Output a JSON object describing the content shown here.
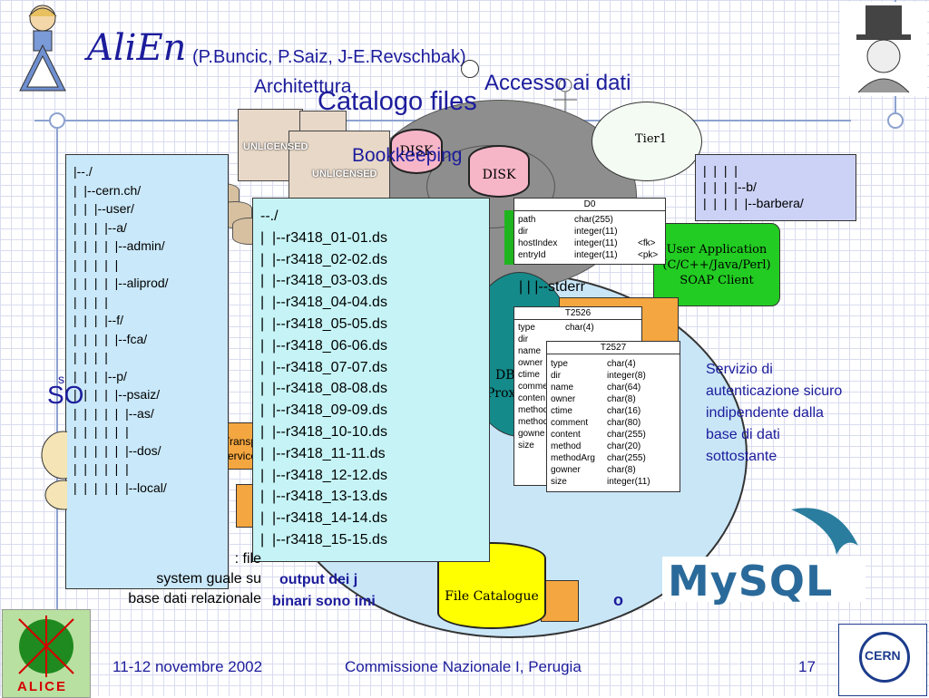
{
  "slide": {
    "title": "AliEn",
    "authors": "(P.Buncic, P.Saiz, J-E.Revschbak)",
    "footer_date": "11-12 novembre 2002",
    "footer_event": "Commissione Nazionale I, Perugia",
    "page_number": "17"
  },
  "diagram": {
    "heading_architecture": "Architettura",
    "heading_access": "Accesso ai dati",
    "heading_catalog": "Catalogo files",
    "bookkeeping": "Bookkeeping",
    "disk_labels": [
      "DISK",
      "DISK"
    ],
    "tier_label": "Tier1",
    "user_app_lines": [
      "User Application",
      "(C/C++/Java/Perl)",
      "SOAP Client"
    ],
    "file_catalogue": "File Catalogue",
    "unlicensed": [
      "UNLICENSED",
      "UNLICENSED"
    ],
    "stderr_line": "|  |  |--stderr",
    "partial_db": "DB",
    "partial_proxy": "Proxy s",
    "partial_transport": [
      "Transp",
      "Service"
    ],
    "partial_so": "SO",
    "partial_s": "s"
  },
  "dir_tree_left": [
    "|--./",
    "|  |--cern.ch/",
    "|  |  |--user/",
    "|  |  |  |--a/",
    "|  |  |  |  |--admin/",
    "|  |  |  |  |",
    "|  |  |  |  |--aliprod/",
    "|  |  |  |",
    "|  |  |  |--f/",
    "|  |  |  |  |--fca/",
    "|  |  |  |",
    "|  |  |  |--p/",
    "|  |  |  |  |--psaiz/",
    "|  |  |  |  |  |--as/",
    "|  |  |  |  |  |",
    "|  |  |  |  |  |--dos/",
    "|  |  |  |  |  |",
    "|  |  |  |  |  |--local/"
  ],
  "dir_tree_right": [
    "|  |  |  |",
    "|  |  |  |--b/",
    "|  |  |  |  |--barbera/"
  ],
  "file_list": [
    "--./",
    "|  |--r3418_01-01.ds",
    "|  |--r3418_02-02.ds",
    "|  |--r3418_03-03.ds",
    "|  |--r3418_04-04.ds",
    "|  |--r3418_05-05.ds",
    "|  |--r3418_06-06.ds",
    "|  |--r3418_07-07.ds",
    "|  |--r3418_08-08.ds",
    "|  |--r3418_09-09.ds",
    "|  |--r3418_10-10.ds",
    "|  |--r3418_11-11.ds",
    "|  |--r3418_12-12.ds",
    "|  |--r3418_13-13.ds",
    "|  |--r3418_14-14.ds",
    "|  |--r3418_15-15.ds"
  ],
  "tables": {
    "d0": {
      "name": "D0",
      "rows": [
        [
          "path",
          "char(255)",
          ""
        ],
        [
          "dir",
          "integer(11)",
          ""
        ],
        [
          "hostIndex",
          "integer(11)",
          "<fk>"
        ],
        [
          "entryId",
          "integer(11)",
          "<pk>"
        ]
      ]
    },
    "t2526": {
      "name": "T2526",
      "rows": [
        [
          "type",
          "char(4)"
        ],
        [
          "dir",
          ""
        ],
        [
          "name",
          ""
        ],
        [
          "owner",
          ""
        ],
        [
          "ctime",
          ""
        ],
        [
          "comme",
          ""
        ],
        [
          "conten",
          ""
        ],
        [
          "method",
          ""
        ],
        [
          "method",
          ""
        ],
        [
          "gowne",
          ""
        ],
        [
          "size",
          ""
        ]
      ]
    },
    "t2527": {
      "name": "T2527",
      "rows": [
        [
          "type",
          "char(4)"
        ],
        [
          "dir",
          "integer(8)"
        ],
        [
          "name",
          "char(64)"
        ],
        [
          "owner",
          "char(8)"
        ],
        [
          "ctime",
          "char(16)"
        ],
        [
          "comment",
          "char(80)"
        ],
        [
          "content",
          "char(255)"
        ],
        [
          "method",
          "char(20)"
        ],
        [
          "methodArg",
          "char(255)"
        ],
        [
          "gowner",
          "char(8)"
        ],
        [
          "size",
          "integer(11)"
        ]
      ]
    }
  },
  "auth_text": [
    "Servizio di",
    "autenticazione sicuro",
    "indipendente dalla",
    "base di dati",
    "sottostante"
  ],
  "bottom_left_text": [
    ": file",
    "system guale su",
    "base dati relazionale"
  ],
  "bottom_mid_text": [
    "output dei j",
    "binari sono imi"
  ],
  "bottom_right_partial": [
    "o"
  ],
  "mysql_logo": "MySQL",
  "cern_logo": "CERN",
  "alice_logo": "ALICE"
}
